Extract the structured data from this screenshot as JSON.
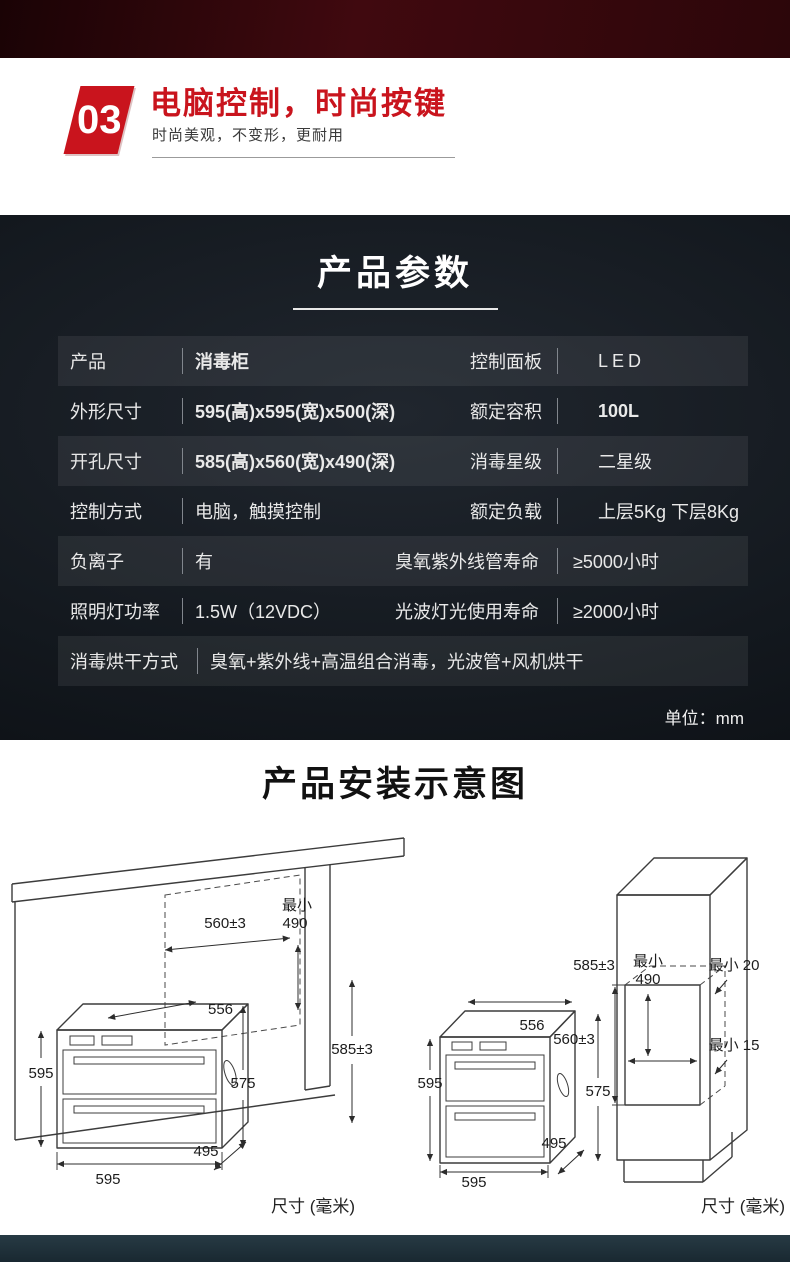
{
  "header": {
    "badge": "03",
    "title": "电脑控制，时尚按键",
    "subtitle": "时尚美观，不变形，更耐用"
  },
  "specs": {
    "title": "产品参数",
    "unit_note": "单位：mm",
    "rows": [
      {
        "label1": "产品",
        "value1": "消毒柜",
        "label2": "控制面板",
        "value2": "LED"
      },
      {
        "label1": "外形尺寸",
        "value1": "595(高)x595(宽)x500(深)",
        "label2": "额定容积",
        "value2": "100L"
      },
      {
        "label1": "开孔尺寸",
        "value1": "585(高)x560(宽)x490(深)",
        "label2": "消毒星级",
        "value2": "二星级"
      },
      {
        "label1": "控制方式",
        "value1": "电脑，触摸控制",
        "label2": "额定负载",
        "value2": "上层5Kg  下层8Kg"
      },
      {
        "label1": "负离子",
        "value1": "有",
        "label2": "臭氧紫外线管寿命",
        "value2": "≥5000小时"
      },
      {
        "label1": "照明灯功率",
        "value1": "1.5W（12VDC）",
        "label2": "光波灯光使用寿命",
        "value2": "≥2000小时"
      },
      {
        "label1": "消毒烘干方式",
        "value1": "臭氧+紫外线+高温组合消毒，光波管+风机烘干"
      }
    ]
  },
  "install": {
    "title": "产品安装示意图",
    "left": {
      "caption": "尺寸 (毫米)",
      "dims": {
        "opening_width": "560±3",
        "min1": "最小",
        "min1_val": "490",
        "top_depth": "556",
        "height": "595",
        "front_height": "575",
        "opening_height": "585±3",
        "depth": "495",
        "width": "595"
      }
    },
    "right": {
      "caption": "尺寸 (毫米)",
      "dims": {
        "opening_height": "585±3",
        "min1": "最小",
        "min1_val": "490",
        "min_top": "最小 20",
        "opening_width": "560±3",
        "min_bottom": "最小 15",
        "top_depth": "556",
        "height": "595",
        "front_height": "575",
        "depth": "495",
        "width": "595"
      }
    }
  }
}
